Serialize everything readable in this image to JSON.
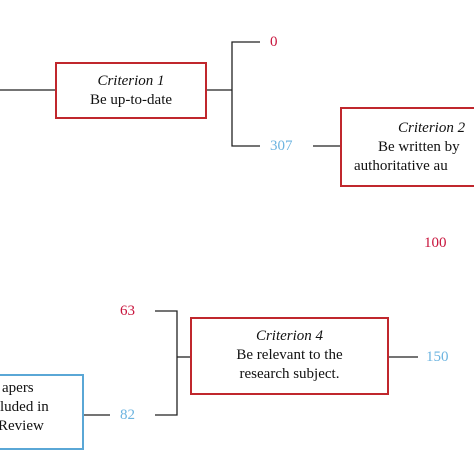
{
  "colors": {
    "red_accent": "#c0272d",
    "blue_accent": "#5aa7d6",
    "line": "#222222",
    "red_number": "#c8143c",
    "blue_number": "#6cb4e0"
  },
  "criterion1": {
    "title": "Criterion 1",
    "text": "Be up-to-date"
  },
  "criterion2": {
    "title": "Criterion 2",
    "line1": "Be written by",
    "line2": "authoritative au"
  },
  "criterion4": {
    "title": "Criterion 4",
    "line1": "Be relevant to the",
    "line2": "research subject."
  },
  "included": {
    "line1": "apers",
    "line2": "luded in",
    "line3": "Review"
  },
  "counts": {
    "c1_fail": "0",
    "c1_pass": "307",
    "c2_fail": "100",
    "c4_fail": "63",
    "c4_pass": "82",
    "c4_input": "150"
  }
}
